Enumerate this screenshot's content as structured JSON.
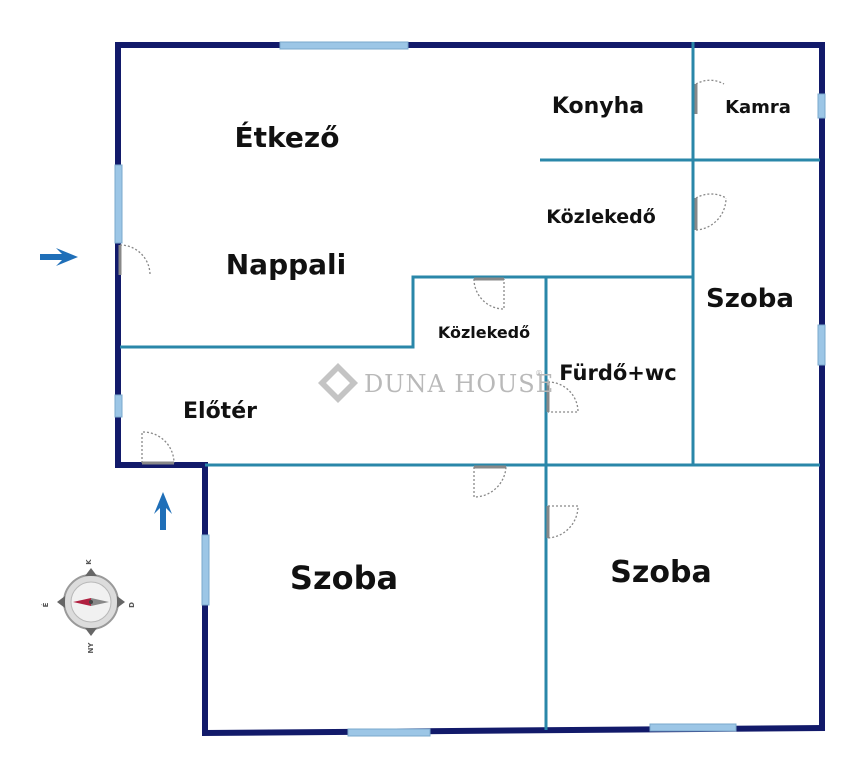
{
  "rooms": {
    "etkezo": "Étkező",
    "nappali": "Nappali",
    "konyha": "Konyha",
    "kamra": "Kamra",
    "kozlekedo_upper": "Közlekedő",
    "kozlekedo_lower": "Közlekedő",
    "szoba_right": "Szoba",
    "furdo": "Fürdő+wc",
    "eloter": "Előtér",
    "szoba_bottom_left": "Szoba",
    "szoba_bottom_right": "Szoba"
  },
  "compass": {
    "north": "É",
    "east": "K",
    "south": "D",
    "west": "NY"
  },
  "watermark": {
    "brand": "DUNA HOUSE",
    "mark": "®"
  },
  "colors": {
    "outer_wall": "#121a6a",
    "inner_wall": "#2a87a9",
    "window": "#9cc6e6",
    "door": "#888888",
    "arrow": "#1f6fb8"
  }
}
